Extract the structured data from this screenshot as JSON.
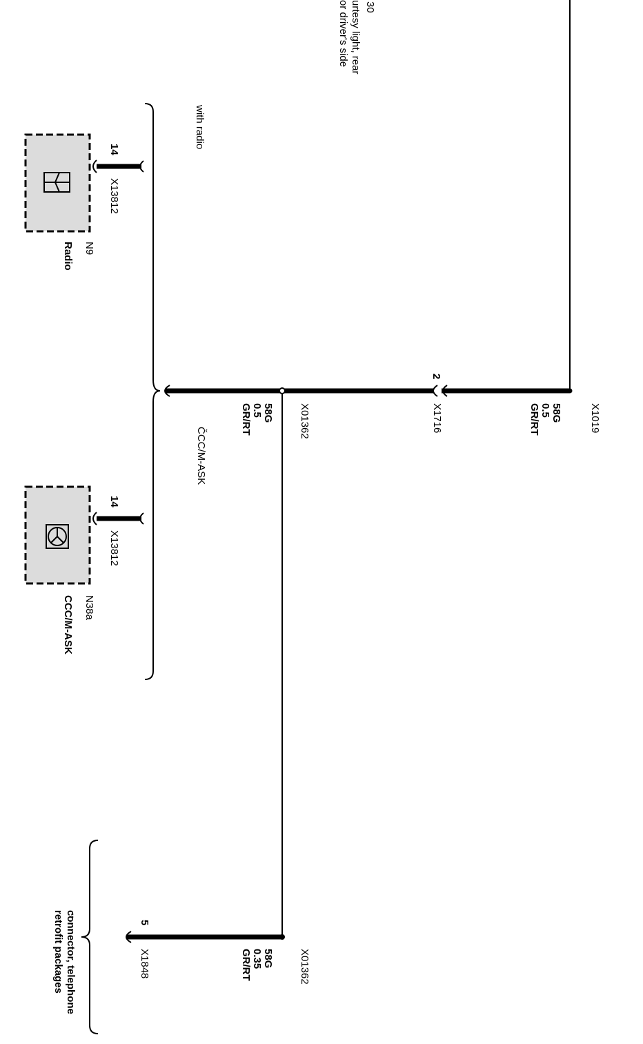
{
  "top_note": {
    "pin": "30",
    "line1": "urtesy light, rear",
    "line2": "or driver's side"
  },
  "with_radio": "with radio",
  "cccm_label": "ČCC/M-ASK",
  "telephone_note": {
    "symbol": "..",
    "line1": "connector, telephone",
    "line2": "retrofit packages"
  },
  "connectors": {
    "x1019": "X1019",
    "x1716": "X1716",
    "x1716_pin": "2",
    "x01362_upper": "X01362",
    "x01362_lower": "X01362",
    "x13812_radio": "X13812",
    "x13812_radio_pin": "14",
    "x13812_cccm": "X13812",
    "x13812_cccm_pin": "14",
    "x1848": "X1848",
    "x1848_pin": "5"
  },
  "wires": {
    "upper_right": {
      "code": "58G",
      "size": "0.5",
      "color": "GR/RT"
    },
    "upper_mid": {
      "code": "58G",
      "size": "0.5",
      "color": "GR/RT"
    },
    "lower": {
      "code": "58G",
      "size": "0.35",
      "color": "GR/RT"
    }
  },
  "components": {
    "radio": {
      "id": "N9",
      "name": "Radio"
    },
    "cccm": {
      "id": "N38a",
      "name": "CCC/M-ASK"
    }
  }
}
